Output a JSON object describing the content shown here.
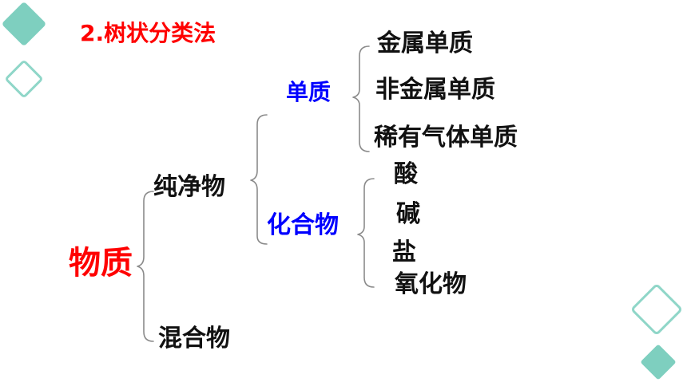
{
  "title": "2.树状分类法",
  "colors": {
    "title": "#ff0000",
    "root": "#ff0000",
    "level2": "#0000ff",
    "text": "#111111",
    "brace": "#8a8a8a",
    "decor_fill": "#7ecfbf",
    "decor_outline": "#8fd6c8"
  },
  "tree": {
    "root": "物质",
    "pure": {
      "label": "纯净物",
      "simple": {
        "label": "单质",
        "items": [
          "金属单质",
          "非金属单质",
          "稀有气体单质"
        ]
      },
      "compound": {
        "label": "化合物",
        "items": [
          "酸",
          "碱",
          "盐",
          "氧化物"
        ]
      }
    },
    "mixture": {
      "label": "混合物"
    }
  },
  "decorations": [
    "diamond-filled-icon",
    "diamond-outline-icon"
  ]
}
